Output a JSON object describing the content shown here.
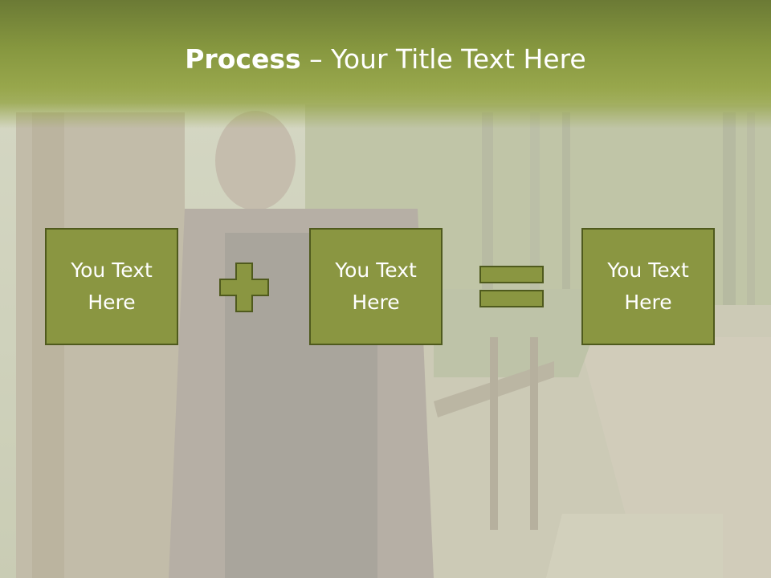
{
  "title": {
    "bold": "Process",
    "rest": " – Your Title Text Here"
  },
  "boxes": [
    {
      "label": "You Text\nHere"
    },
    {
      "label": "You Text\nHere"
    },
    {
      "label": "You Text\nHere"
    }
  ],
  "operators": {
    "first": "plus-icon",
    "second": "equals-icon"
  },
  "colors": {
    "header": "#86973f",
    "box_fill": "#8a9641",
    "box_border": "#4f5a1d",
    "text": "#ffffff"
  }
}
